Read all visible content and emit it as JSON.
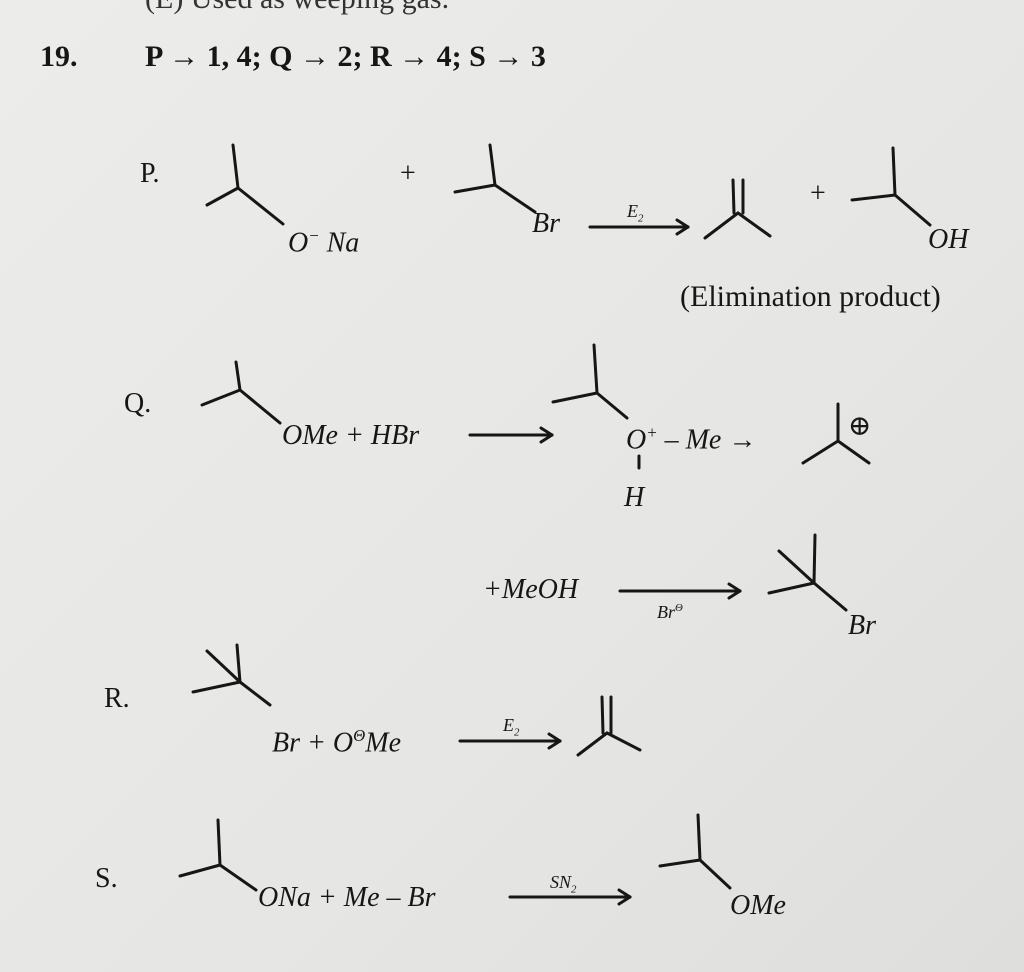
{
  "header": {
    "cut_line": "(E)  Used as weeping gas.",
    "question_number": "19.",
    "answer": "P → 1, 4; Q → 2; R → 4; S → 3"
  },
  "reactions": {
    "P": {
      "label": "P.",
      "reactant1_group": "O",
      "reactant1_charge": "−",
      "reactant1_counterion": "Na",
      "plus1": "+",
      "reactant2_group": "Br",
      "arrow_label": "E",
      "arrow_label_sub": "2",
      "plus2": "+",
      "product2_group": "OH",
      "note": "(Elimination product)"
    },
    "Q": {
      "label": "Q.",
      "reactants": "OMe + HBr",
      "oxonium_O": "O",
      "oxonium_charge": "+",
      "oxonium_me": "– Me →",
      "oxonium_H": "H",
      "carbocation_charge": "⊕",
      "step2_reactant": "+MeOH",
      "step2_reagent": "Br",
      "step2_reagent_charge": "Θ",
      "step2_product_group": "Br"
    },
    "R": {
      "label": "R.",
      "reactants_a": "Br + O",
      "reactants_charge": "Θ",
      "reactants_b": "Me",
      "arrow_label": "E",
      "arrow_label_sub": "2"
    },
    "S": {
      "label": "S.",
      "reactants": "ONa + Me – Br",
      "arrow_label": "SN",
      "arrow_label_sub": "2",
      "product_group": "OMe"
    }
  }
}
